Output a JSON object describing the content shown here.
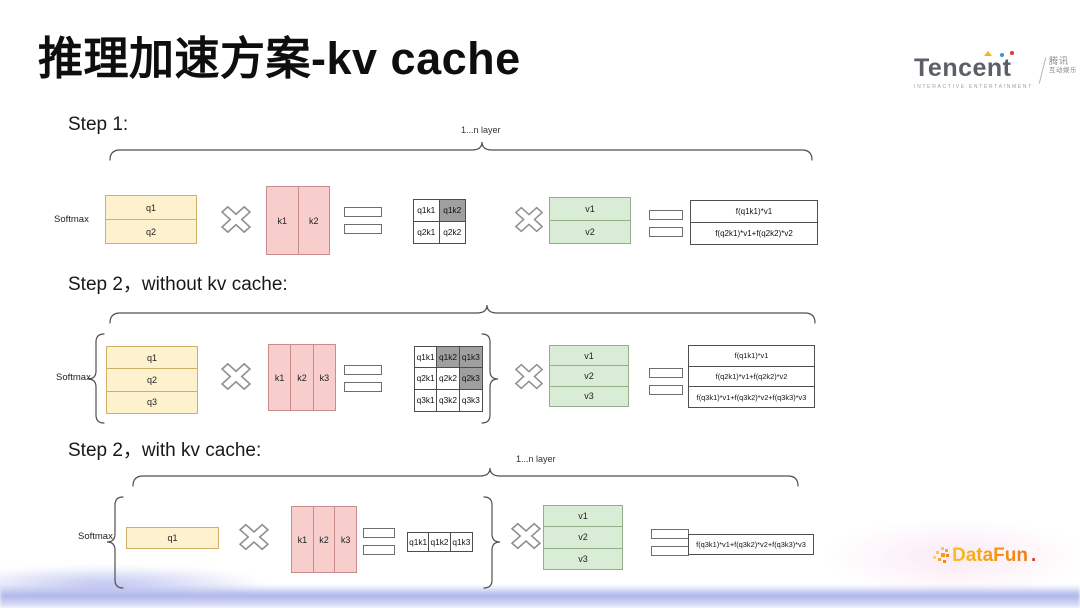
{
  "title": "推理加速方案-kv cache",
  "logos": {
    "tencent": {
      "brand": "Tencent",
      "tagline": "INTERACTIVE ENTERTAINMENT",
      "cn_top": "腾讯",
      "cn_bottom": "互动娱乐"
    },
    "datafun": {
      "text": "DataFun",
      "period": "."
    }
  },
  "colors": {
    "q_fill": "#fdf2cd",
    "q_border": "#d0b066",
    "k_fill": "#f8cecc",
    "k_border": "#c88d8b",
    "v_fill": "#d9ecd5",
    "v_border": "#93af89",
    "masked_cell": "#9f9f9f",
    "bottom_band": "#a9b0e8"
  },
  "sections": [
    {
      "heading": "Step 1:",
      "layer_label": "1...n layer",
      "softmax": "Softmax",
      "q": [
        "q1",
        "q2"
      ],
      "k": [
        "k1",
        "k2"
      ],
      "qk": [
        [
          "q1k1",
          "q1k2"
        ],
        [
          "q2k1",
          "q2k2"
        ]
      ],
      "masked_cells": [
        "q1k2"
      ],
      "v": [
        "v1",
        "v2"
      ],
      "results": [
        "f(q1k1)*v1",
        "f(q2k1)*v1+f(q2k2)*v2"
      ]
    },
    {
      "heading": "Step 2，without kv cache:",
      "softmax": "Softmax",
      "q": [
        "q1",
        "q2",
        "q3"
      ],
      "k": [
        "k1",
        "k2",
        "k3"
      ],
      "qk": [
        [
          "q1k1",
          "q1k2",
          "q1k3"
        ],
        [
          "q2k1",
          "q2k2",
          "q2k3"
        ],
        [
          "q3k1",
          "q3k2",
          "q3k3"
        ]
      ],
      "masked_cells": [
        "q1k2",
        "q1k3",
        "q2k3"
      ],
      "v": [
        "v1",
        "v2",
        "v3"
      ],
      "results": [
        "f(q1k1)*v1",
        "f(q2k1)*v1+f(q2k2)*v2",
        "f(q3k1)*v1+f(q3k2)*v2+f(q3k3)*v3"
      ]
    },
    {
      "heading": "Step 2，with kv cache:",
      "layer_label": "1...n layer",
      "softmax": "Softmax",
      "q": [
        "q1"
      ],
      "k": [
        "k1",
        "k2",
        "k3"
      ],
      "qk": [
        [
          "q1k1",
          "q1k2",
          "q1k3"
        ]
      ],
      "masked_cells": [],
      "v": [
        "v1",
        "v2",
        "v3"
      ],
      "results": [
        "f(q3k1)*v1+f(q3k2)*v2+f(q3k3)*v3"
      ]
    }
  ]
}
